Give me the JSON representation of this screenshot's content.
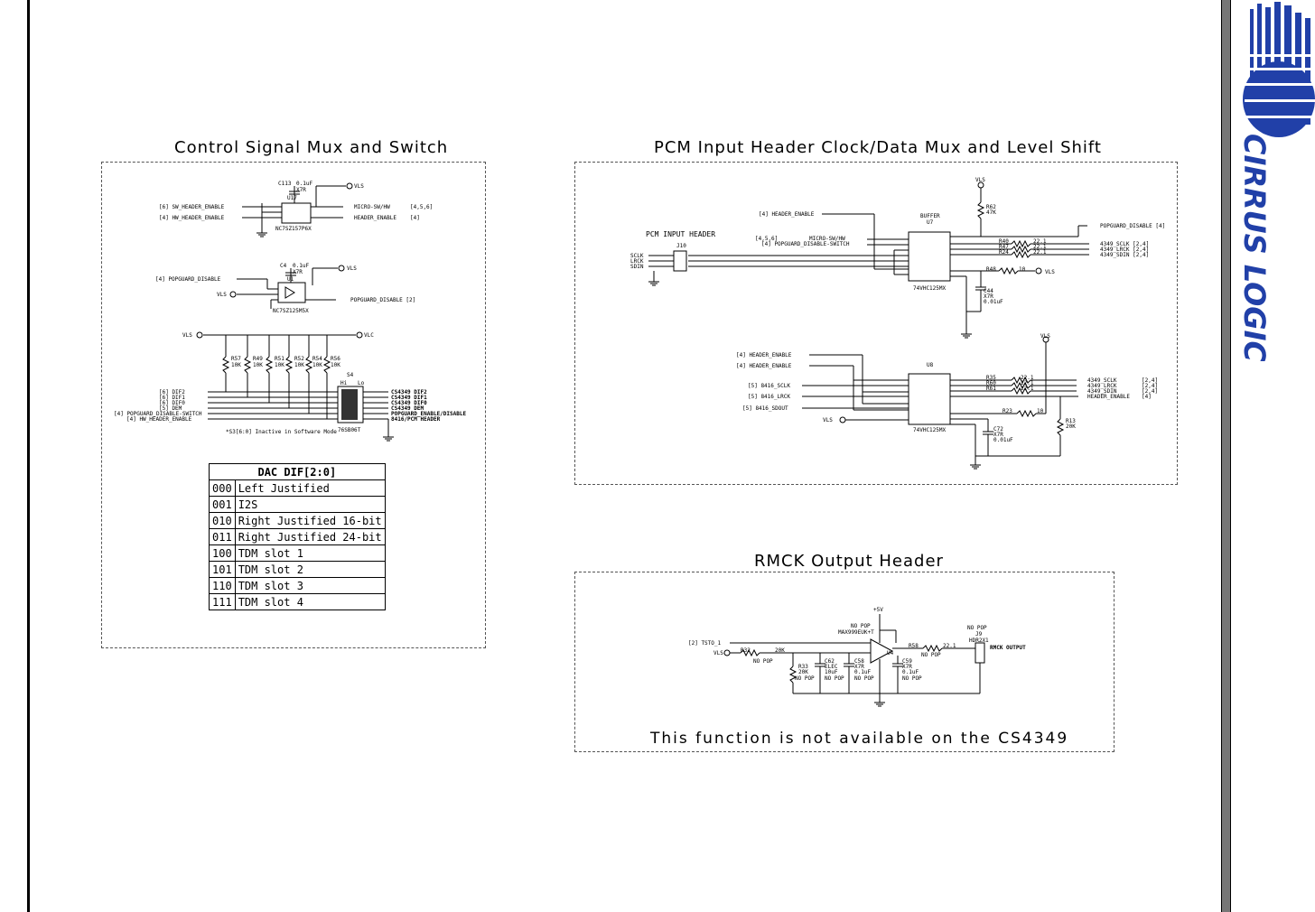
{
  "sections": {
    "control": {
      "title": "Control Signal Mux and Switch"
    },
    "pcm": {
      "title": "PCM Input Header Clock/Data Mux and Level Shift"
    },
    "rmck": {
      "title": "RMCK Output Header",
      "note": "This function is not available on the CS4349"
    }
  },
  "dac_table": {
    "header": "DAC DIF[2:0]",
    "rows": [
      {
        "code": "000",
        "desc": "Left Justified"
      },
      {
        "code": "001",
        "desc": "I2S"
      },
      {
        "code": "010",
        "desc": "Right Justified 16-bit"
      },
      {
        "code": "011",
        "desc": "Right Justified 24-bit"
      },
      {
        "code": "100",
        "desc": "TDM slot 1"
      },
      {
        "code": "101",
        "desc": "TDM slot 2"
      },
      {
        "code": "110",
        "desc": "TDM slot 3"
      },
      {
        "code": "111",
        "desc": "TDM slot 4"
      }
    ]
  },
  "logo": {
    "text": "CIRRUS LOGIC"
  },
  "control_labels": {
    "c113": "C113",
    "c113_val": "0.1uF",
    "c113_die": "X7R",
    "vls1": "VLS",
    "u17": "U17",
    "u17_part": "NC7SZ157P6X",
    "sw_hdr": "[6]  SW_HEADER_ENABLE",
    "hw_hdr": "[4]  HW_HEADER_ENABLE",
    "micro_sw": "MICRO-SW/HW",
    "micro_ref": "[4,5,6]",
    "hdr_en": "HEADER_ENABLE",
    "hdr_en_ref": "[4]",
    "c4": "C4",
    "c4_val": "0.1uF",
    "c4_die": "X7R",
    "vls2": "VLS",
    "u1": "U1",
    "u1_part": "NC7SZ125M5X",
    "popg_dis_in": "[4]  POPGUARD_DISABLE",
    "vls3": "VLS",
    "popg_dis_out": "POPGUARD_DISABLE  [2]",
    "vls4": "VLS",
    "vlc": "VLC",
    "r57": "R57",
    "r49": "R49",
    "r51": "R51",
    "r52": "R52",
    "r54": "R54",
    "r56": "R56",
    "r10k": "10K",
    "s4": "S4",
    "hi": "Hi",
    "lo": "Lo",
    "s4_part": "76SB06T",
    "dif2": "[6]        DIF2",
    "dif1": "[6]        DIF1",
    "dif0": "[6]        DIF0",
    "dem": "[5]         DEM",
    "popg_sw": "[4] POPGUARD_DISABLE-SWITCH",
    "hw_hdr2": "[4]   HW_HEADER_ENABLE",
    "out_dif2": "CS4349 DIF2",
    "out_dif1": "CS4349 DIF1",
    "out_dif0": "CS4349 DIF0",
    "out_dem": "CS4349 DEM",
    "out_popg": "POPGUARD_ENABLE/DISABLE",
    "out_8416": "8416/PCM HEADER",
    "inactive": "*S3[6:0] Inactive in Software Mode"
  },
  "pcm_labels": {
    "vls_top": "VLS",
    "r62": "R62",
    "r62_val": "47K",
    "hdr_en_in": "[4]  HEADER_ENABLE",
    "buffer": "BUFFER",
    "u7": "U7",
    "pcm_hdr": "PCM INPUT HEADER",
    "j10": "J10",
    "sclk": "SCLK",
    "lrck": "LRCK",
    "sdin": "SDIN",
    "micro_in": "[4,5,6]",
    "micro_sig": "MICRO-SW/HW",
    "popg_sw_in": "[4] POPGUARD_DISABLE-SWITCH",
    "u7_part": "74VHC125MX",
    "popg_dis_out": "POPGUARD_DISABLE [4]",
    "r40": "R40",
    "r47": "R47",
    "r24": "R24",
    "r221": "22.1",
    "sclk_out": "4349_SCLK [2,4]",
    "lrck_out": "4349_LRCK [2,4]",
    "sdin_out": "4349_SDIN [2,4]",
    "r48": "R48",
    "r48_val": "10",
    "vls_r48": "VLS",
    "c44": "C44",
    "c44_die": "X7R",
    "c44_val": "0.01uF",
    "hdr_en_a": "[4]   HEADER_ENABLE",
    "hdr_en_b": "[4]   HEADER_ENABLE",
    "u8": "U8",
    "u8_part": "74VHC125MX",
    "b8416_sclk": "[5] 8416_SCLK",
    "b8416_lrck": "[5] 8416_LRCK",
    "b8416_sdout": "[5] 8416_SDOUT",
    "vls_u8": "VLS",
    "vls_r13": "VLS",
    "r35": "R35",
    "r60": "R60",
    "r61": "R61",
    "sclk_out2": "4349_SCLK",
    "lrck_out2": "4349_LRCK",
    "sdin_out2": "4349_SDIN",
    "hdr_out2": "HEADER_ENABLE",
    "ref24": "[2,4]",
    "ref4": "[4]",
    "r23": "R23",
    "r23_val": "10",
    "r13": "R13",
    "r13_val": "20K",
    "c72": "C72",
    "c72_die": "X7R",
    "c72_val": "0.01uF"
  },
  "rmck_labels": {
    "p5v": "+5V",
    "nopop1": "NO POP",
    "u4_part": "MAX999EUK+T",
    "u4": "U4",
    "tsto": "[2] TSTO_1",
    "vls": "VLS",
    "r32": "R32",
    "r32_val": "20K",
    "r32_np": "NO POP",
    "r58": "R58",
    "r58_val": "22.1",
    "r58_np": "NO POP",
    "nopop_j9": "NO POP",
    "j9": "J9",
    "hdr2x1": "HDR2X1",
    "rmck_out": "RMCK OUTPUT",
    "r33": "R33",
    "r33_val": "20K",
    "r33_np": "NO POP",
    "c62": "C62",
    "c62_t": "ELEC",
    "c62_val": "10uF",
    "c62_np": "NO POP",
    "c58": "C58",
    "c58_t": "X7R",
    "c58_val": "0.1uF",
    "c58_np": "NO POP",
    "c59": "C59",
    "c59_t": "X7R",
    "c59_val": "0.1uF",
    "c59_np": "NO POP"
  }
}
